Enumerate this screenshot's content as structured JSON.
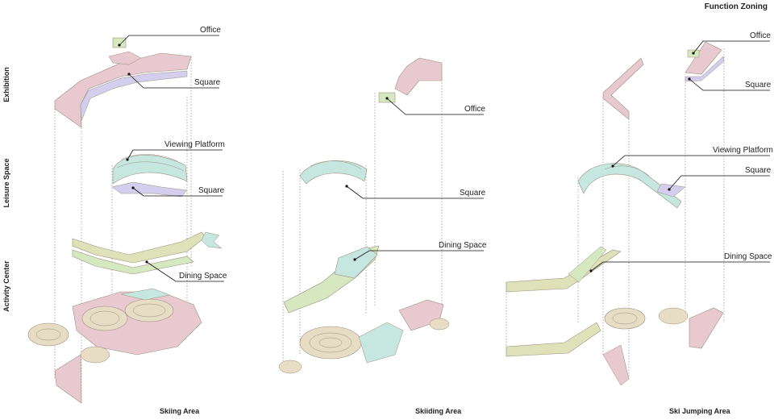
{
  "title": "Function Zoning",
  "rows": [
    "Exhibition",
    "Leisure Space",
    "Activity Center"
  ],
  "areas": [
    "Skiing Area",
    "Skiiding Area",
    "Ski Jumping Area"
  ],
  "callouts": {
    "ski_office": "Office",
    "ski_square_top": "Square",
    "ski_viewing": "Viewing Platform",
    "ski_square_mid": "Square",
    "ski_dining": "Dining Space",
    "slide_office": "Office",
    "slide_square": "Square",
    "slide_dining": "Dining Space",
    "jump_office": "Office",
    "jump_square_top": "Square",
    "jump_viewing": "Viewing Platform",
    "jump_square_mid": "Square",
    "jump_dining": "Dining Space"
  },
  "colors": {
    "pink": "#e8c9cf",
    "green": "#d6e8bf",
    "teal": "#c6e6e0",
    "lavender": "#d3cdee",
    "olive": "#dfe2b9",
    "beige": "#e7dcc4",
    "outline": "#9c8f80"
  }
}
